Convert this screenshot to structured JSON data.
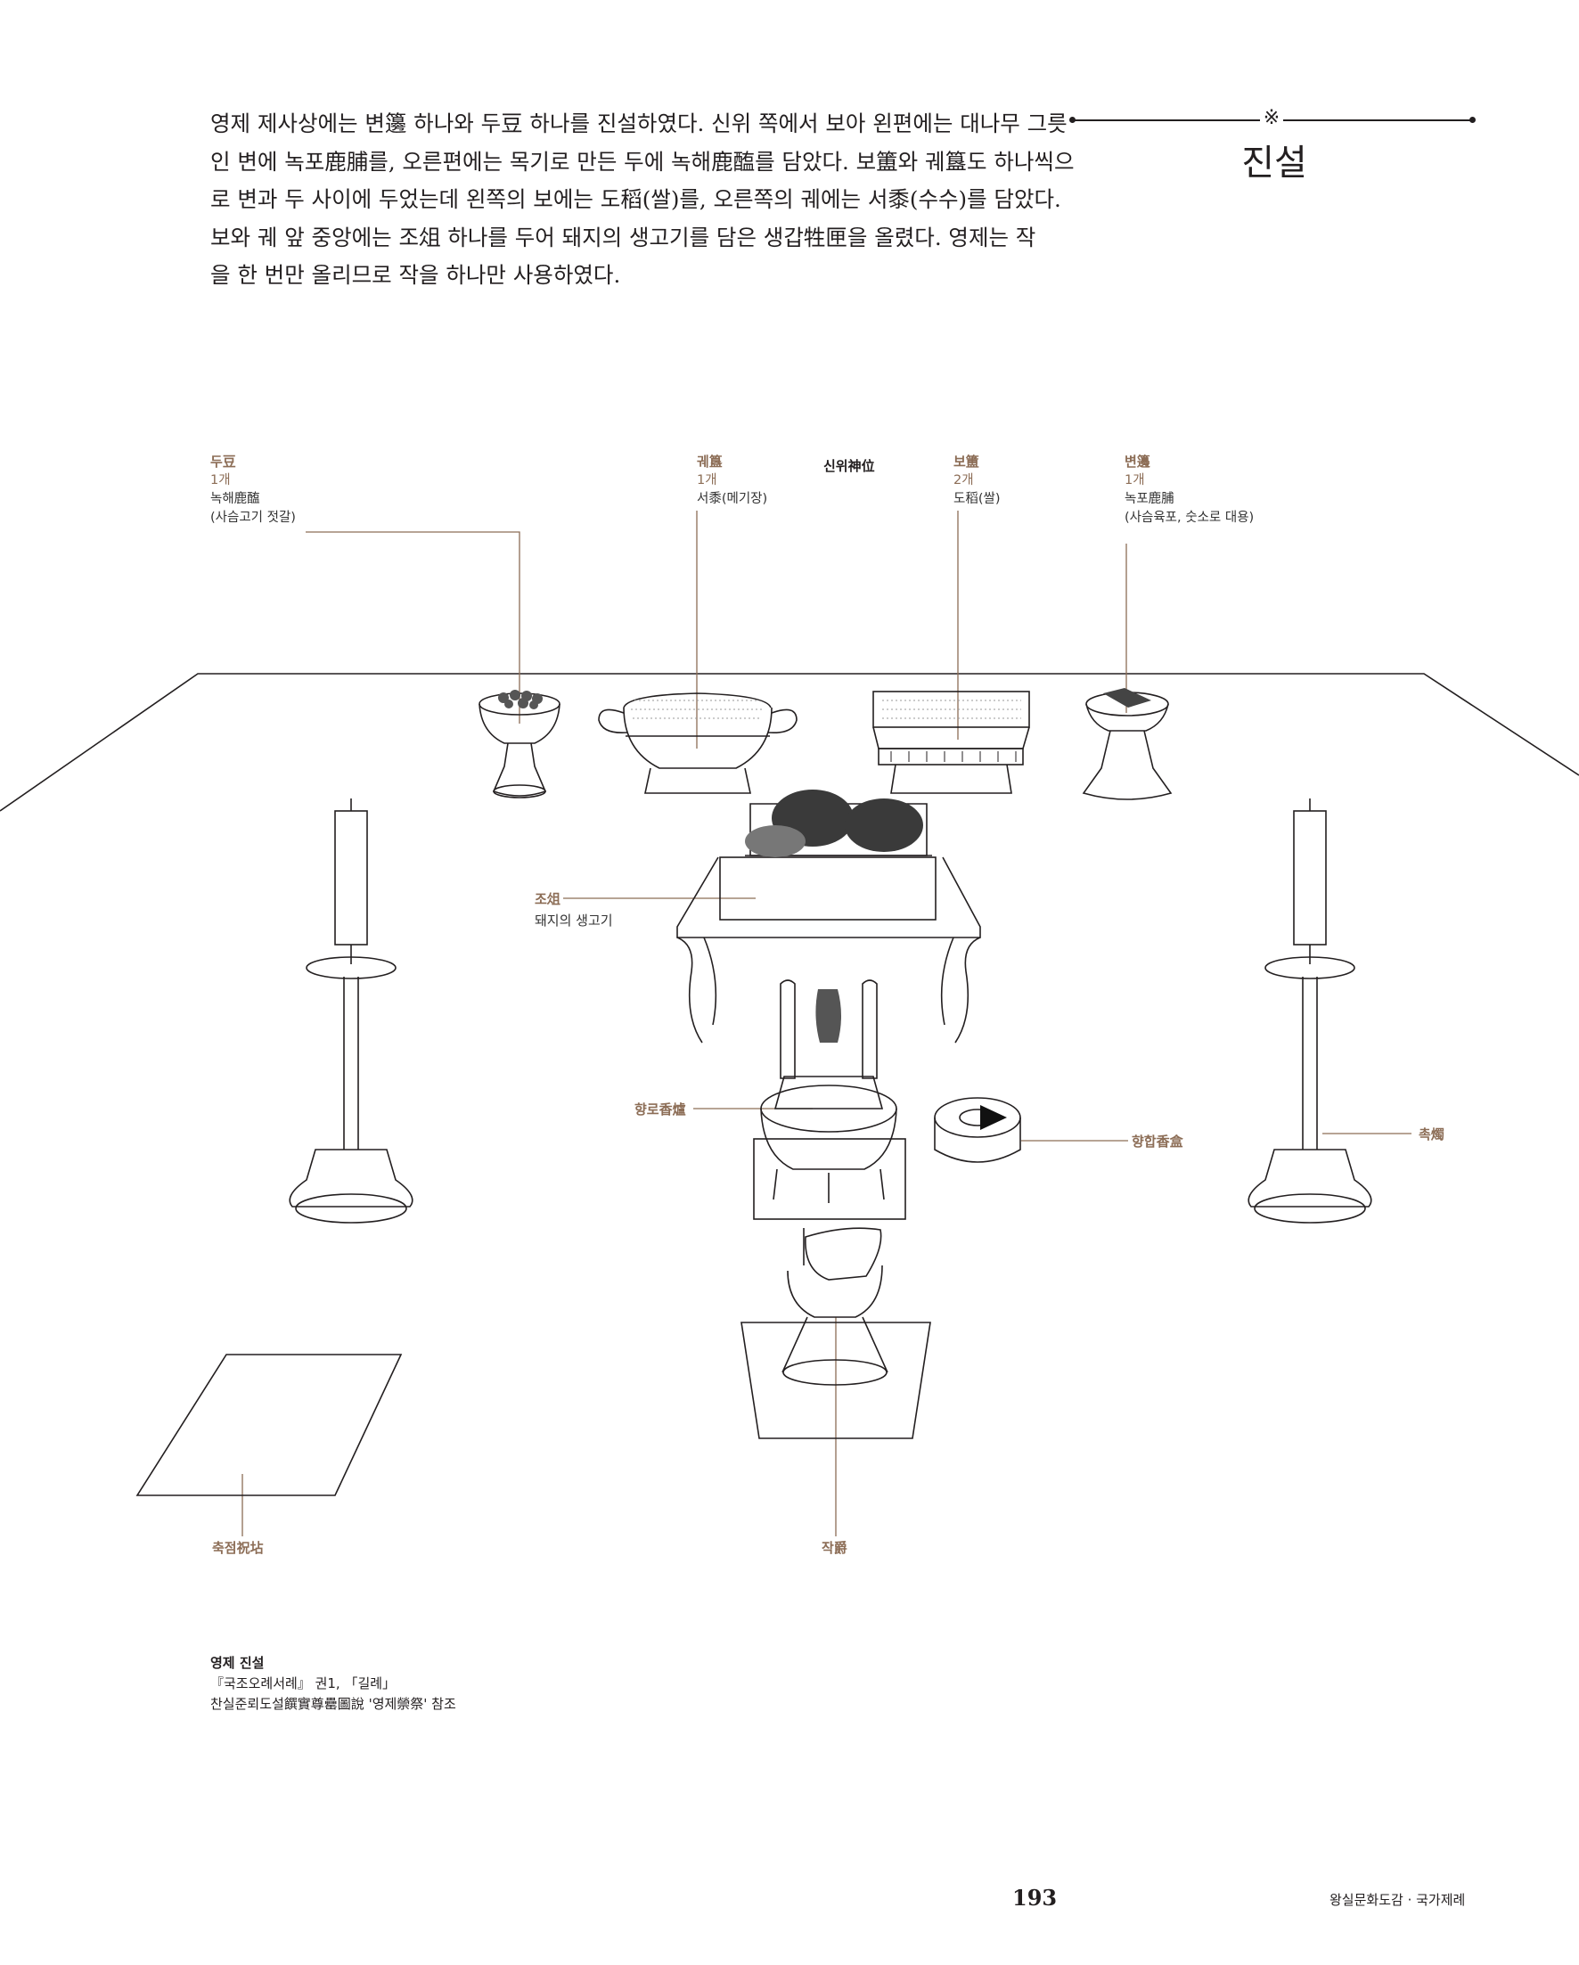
{
  "intro": {
    "lines": [
      "영제 제사상에는 변籩 하나와 두豆 하나를 진설하였다. 신위 쪽에서 보아 왼편에는 대나무 그릇",
      "인 변에 녹포鹿脯를, 오른편에는 목기로 만든 두에 녹해鹿醢를 담았다. 보簠와 궤簋도 하나씩으",
      "로 변과 두 사이에 두었는데 왼쪽의 보에는 도稻(쌀)를, 오른쪽의 궤에는 서黍(수수)를 담았다.",
      "보와 궤 앞 중앙에는 조俎 하나를 두어 돼지의 생고기를 담은 생갑牲匣을 올렸다. 영제는 작",
      "을 한 번만 올리므로 작을 하나만 사용하였다."
    ]
  },
  "section": {
    "ornament": "※",
    "title": "진설"
  },
  "top_labels": {
    "du": {
      "name": "두豆",
      "count": "1개",
      "desc": [
        "녹해鹿醢",
        "(사슴고기 젓갈)"
      ]
    },
    "gwe": {
      "name": "궤簋",
      "count": "1개",
      "desc": [
        "서黍(메기장)"
      ]
    },
    "shinwi": "신위神位",
    "bo": {
      "name": "보簠",
      "count": "2개",
      "desc": [
        "도稻(쌀)"
      ]
    },
    "byeon": {
      "name": "변籩",
      "count": "1개",
      "desc": [
        "녹포鹿脯",
        "(사슴육포, 숫소로 대용)"
      ]
    }
  },
  "diagram_labels": {
    "jo": {
      "name": "조俎",
      "desc": "돼지의 생고기"
    },
    "hyangro": "향로香爐",
    "hyanghap": "향합香盒",
    "chok": "촉燭",
    "chukjeom": "축점祝坫",
    "jak": "작爵"
  },
  "caption": {
    "title": "영제 진설",
    "source": "『국조오례서례』 권1, 「길례」",
    "reference": "찬실준뢰도설饌實尊罍圖說 '영제禜祭' 참조"
  },
  "footer": {
    "page_number": "193",
    "running_title": "왕실문화도감 · 국가제례"
  },
  "colors": {
    "accent": "#8c6d56",
    "text": "#231f20",
    "leader": "#8c6d56"
  }
}
